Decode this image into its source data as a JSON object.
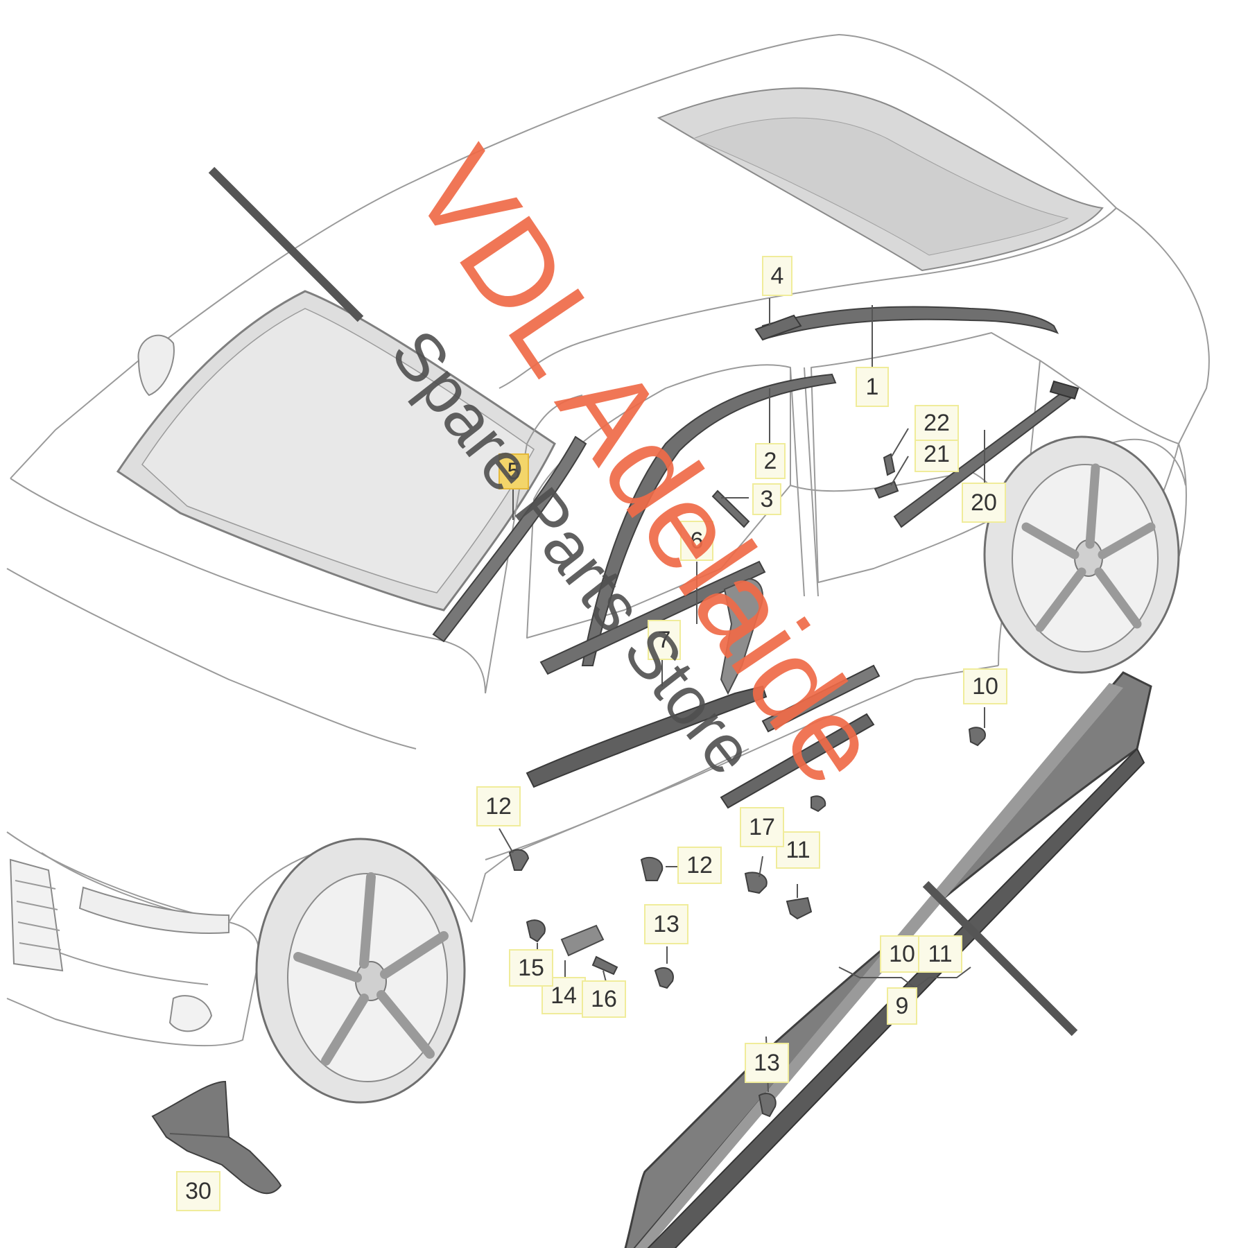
{
  "watermark": {
    "line1": "VDL Adelaide",
    "line2": "Spare Parts Store",
    "color_primary": "#ef6a48",
    "color_secondary": "#4f4f4f"
  },
  "callouts": [
    {
      "id": "c1",
      "label": "1"
    },
    {
      "id": "c2",
      "label": "2"
    },
    {
      "id": "c3",
      "label": "3"
    },
    {
      "id": "c4",
      "label": "4"
    },
    {
      "id": "c5",
      "label": "5",
      "highlight": true
    },
    {
      "id": "c6",
      "label": "6"
    },
    {
      "id": "c7",
      "label": "7"
    },
    {
      "id": "c9",
      "label": "9"
    },
    {
      "id": "c10a",
      "label": "10"
    },
    {
      "id": "c10b",
      "label": "10"
    },
    {
      "id": "c11a",
      "label": "11"
    },
    {
      "id": "c11b",
      "label": "11"
    },
    {
      "id": "c12a",
      "label": "12"
    },
    {
      "id": "c12b",
      "label": "12"
    },
    {
      "id": "c13a",
      "label": "13"
    },
    {
      "id": "c13b",
      "label": "13"
    },
    {
      "id": "c14",
      "label": "14"
    },
    {
      "id": "c15",
      "label": "15"
    },
    {
      "id": "c16",
      "label": "16"
    },
    {
      "id": "c17",
      "label": "17"
    },
    {
      "id": "c20",
      "label": "20"
    },
    {
      "id": "c21",
      "label": "21"
    },
    {
      "id": "c22",
      "label": "22"
    },
    {
      "id": "c30",
      "label": "30"
    }
  ]
}
